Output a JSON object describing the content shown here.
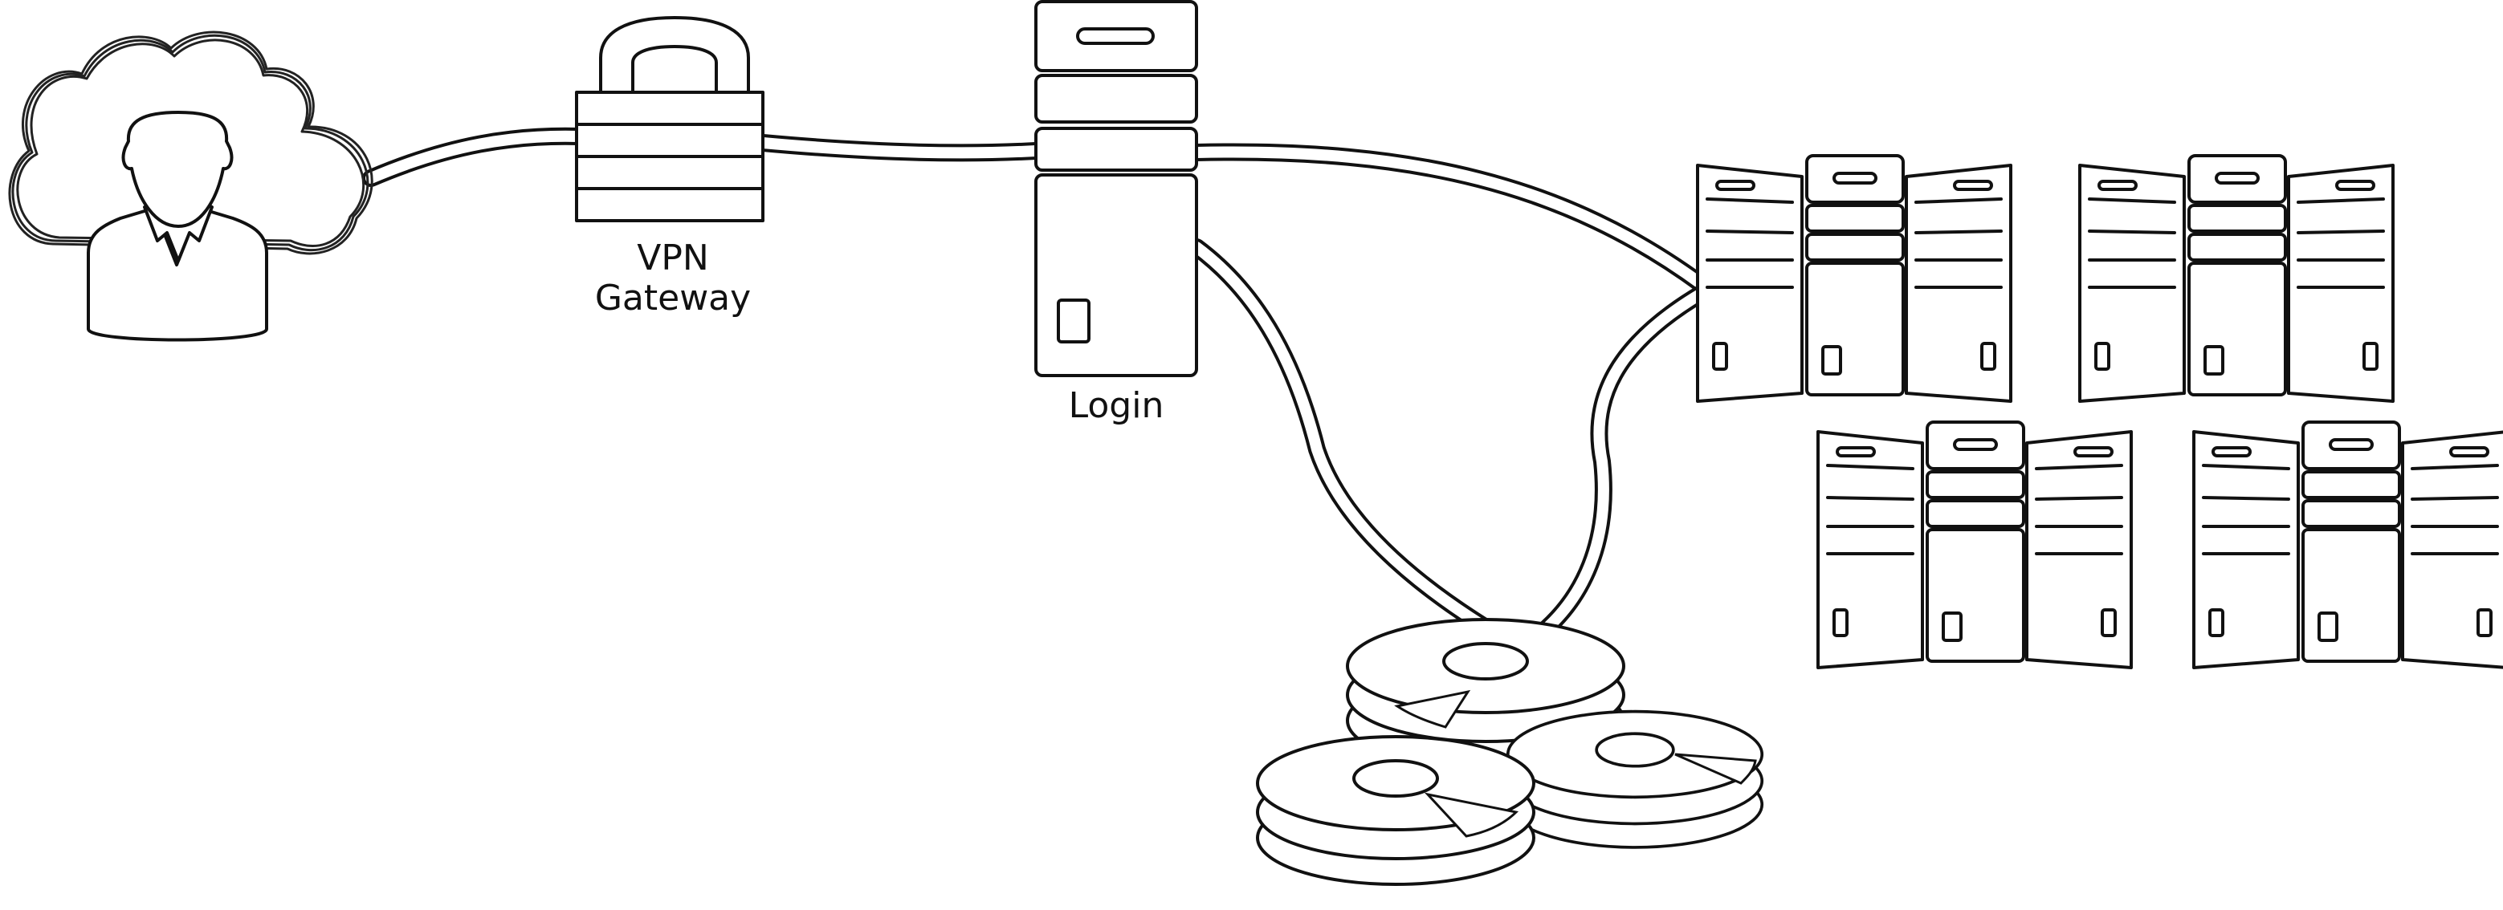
{
  "labels": {
    "vpn_line1": "VPN",
    "vpn_line2": "Gateway",
    "login": "Login"
  },
  "icons": {
    "user": "user-in-cloud-icon",
    "vpn": "padlock-gateway-icon",
    "login": "login-server-tower-icon",
    "compute": "server-cluster-icon",
    "storage": "disk-stack-icon"
  },
  "colors": {
    "stroke": "#111111",
    "background": "#ffffff"
  }
}
